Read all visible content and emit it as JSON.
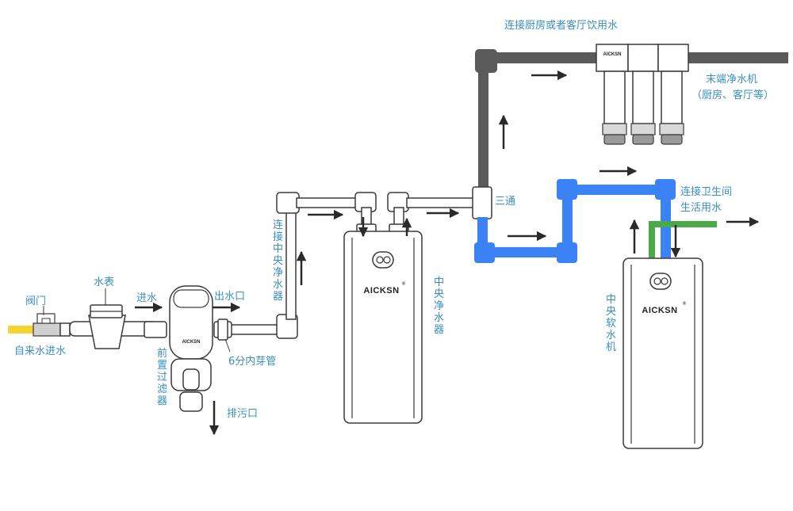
{
  "brand": "AICKSN",
  "brand_mark": "®",
  "colors": {
    "label_text": "#3a8fc4",
    "supply_pipe": "#f5d430",
    "drinking_pipe": "#5a5a5a",
    "softened_pipe": "#3b82f6",
    "purified_pipe": "#4aaa48",
    "outline": "#3a3a3a",
    "arrow": "#2a2a2a"
  },
  "labels": {
    "valve": "阀门",
    "tap_water_in": "自来水进水",
    "water_meter": "水表",
    "water_in": "进水",
    "water_out": "出水口",
    "pre_filter": "前置过滤器",
    "fitting_6fen": "6分内芽管",
    "drain": "排污口",
    "to_central_purifier": "连接中央净水器",
    "central_purifier": "中央净水器",
    "tee": "三通",
    "drinking_connection": "连接厨房或者客厅饮用水",
    "terminal_purifier_line1": "末端净水机",
    "terminal_purifier_line2": "（厨房、客厅等）",
    "bathroom_line1": "连接卫生间",
    "bathroom_line2": "生活用水",
    "central_softener": "中央软水机"
  }
}
